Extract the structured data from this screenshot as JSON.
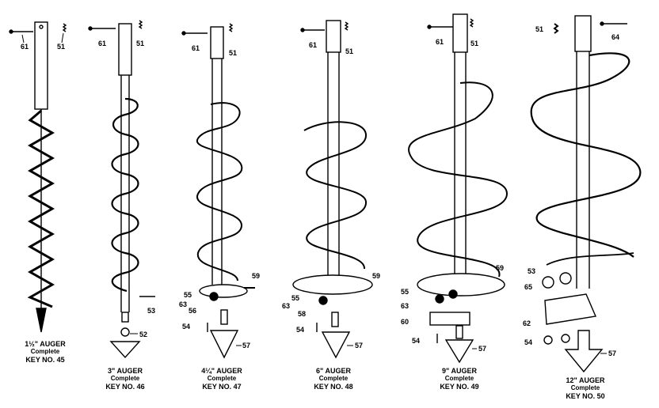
{
  "augers": [
    {
      "title": "1½\" AUGER",
      "complete": "Complete",
      "key": "KEY NO. 45",
      "parts": {
        "pin": "61",
        "clip": "51"
      }
    },
    {
      "title": "3\" AUGER",
      "complete": "Complete",
      "key": "KEY NO. 46",
      "parts": {
        "pin": "61",
        "clip": "51",
        "bolt": "53",
        "tip": "52"
      }
    },
    {
      "title": "4¼\" AUGER",
      "complete": "Complete",
      "key": "KEY NO. 47",
      "parts": {
        "pin": "61",
        "clip": "51",
        "blade_a": "55",
        "blade_b": "56",
        "blade_c": "59",
        "nut": "63",
        "screw": "54",
        "point": "57"
      }
    },
    {
      "title": "6\" AUGER",
      "complete": "Complete",
      "key": "KEY NO. 48",
      "parts": {
        "pin": "61",
        "clip": "51",
        "blade_a": "55",
        "blade_b": "58",
        "blade_c": "59",
        "nut": "63",
        "screw": "54",
        "point": "57"
      }
    },
    {
      "title": "9\" AUGER",
      "complete": "Complete",
      "key": "KEY NO. 49",
      "parts": {
        "pin": "61",
        "clip": "51",
        "blade_a": "55",
        "blade_c": "59",
        "nut": "63",
        "plate": "60",
        "screw": "54",
        "point": "57"
      }
    },
    {
      "title": "12\" AUGER",
      "complete": "Complete",
      "key": "KEY NO. 50",
      "parts": {
        "clip": "51",
        "pin": "64",
        "blade_a": "53",
        "nut": "65",
        "plate": "62",
        "screw": "54",
        "point": "57"
      }
    }
  ]
}
